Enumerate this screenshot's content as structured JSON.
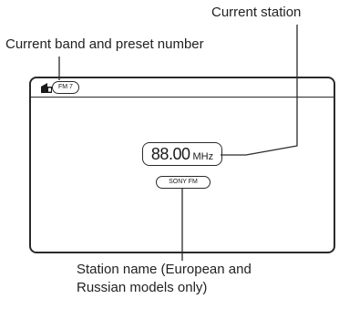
{
  "callouts": {
    "current_station": "Current station",
    "current_band": "Current band and preset number",
    "station_name_line1": "Station name (European and",
    "station_name_line2": "Russian models only)"
  },
  "display": {
    "band_preset": "FM 7",
    "frequency": "88.00",
    "unit": "MHz",
    "station_name": "SONY FM"
  }
}
